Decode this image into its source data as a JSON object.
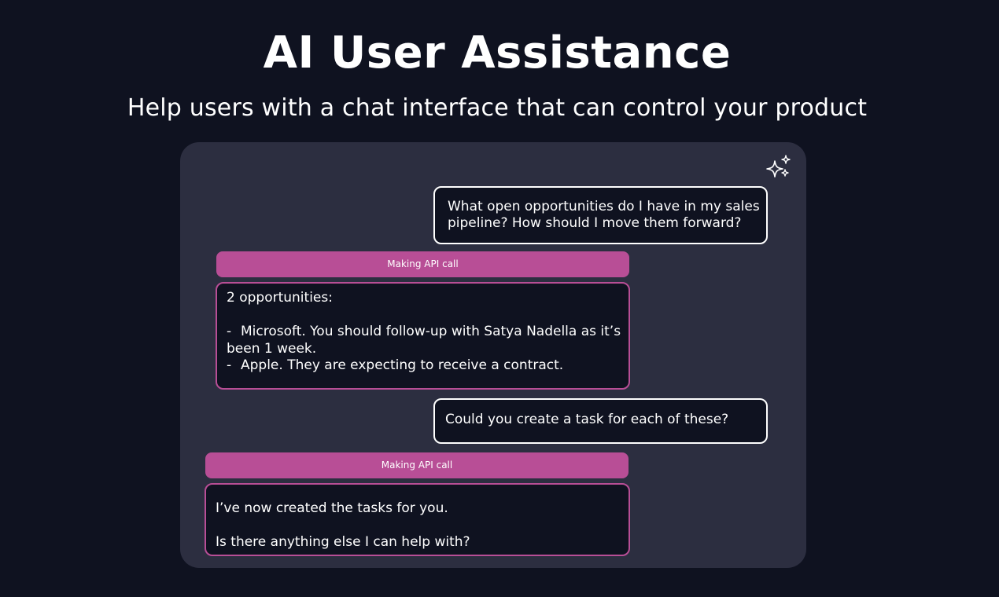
{
  "header": {
    "title": "AI User Assistance",
    "subtitle": "Help users with a chat interface that can control your product"
  },
  "chat": {
    "icon": "sparkles-icon",
    "messages": [
      {
        "role": "user",
        "lines": [
          "What open opportunities do I have in my sales",
          "pipeline? How should I move them forward?"
        ]
      },
      {
        "role": "status",
        "label": "Making API call"
      },
      {
        "role": "assistant",
        "intro": "2 opportunities:",
        "bullets": [
          {
            "dash": "-",
            "line1": "Microsoft. You should follow-up with Satya Nadella as it’s",
            "line2": "been 1 week."
          },
          {
            "dash": "-",
            "line1": "Apple. They are expecting to receive a contract."
          }
        ]
      },
      {
        "role": "user",
        "lines": [
          "Could you create a task for each of these?"
        ]
      },
      {
        "role": "status",
        "label": "Making API call"
      },
      {
        "role": "assistant",
        "line1": "I’ve now created the tasks for you.",
        "line2": "Is there anything else I can help with?"
      }
    ]
  },
  "colors": {
    "page_background": "#0f1220",
    "panel_background": "#2c2e40",
    "accent": "#b84e96",
    "user_border": "#ffffff"
  }
}
